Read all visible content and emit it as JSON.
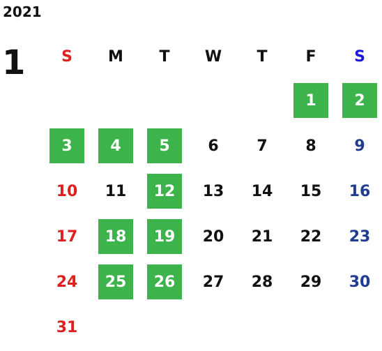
{
  "calendar": {
    "year": "2021",
    "month": "1",
    "weekdays": [
      "S",
      "M",
      "T",
      "W",
      "T",
      "F",
      "S"
    ],
    "first_weekday_index": 5,
    "days_in_month": 31,
    "highlighted_days": [
      1,
      2,
      3,
      4,
      5,
      12,
      18,
      19,
      25,
      26
    ],
    "colors": {
      "sunday": "#e02020",
      "saturday_header": "#1a1adc",
      "saturday": "#1f3c8f",
      "weekday": "#111111",
      "highlight_bg": "#3cb44b",
      "highlight_text": "#ffffff"
    }
  }
}
